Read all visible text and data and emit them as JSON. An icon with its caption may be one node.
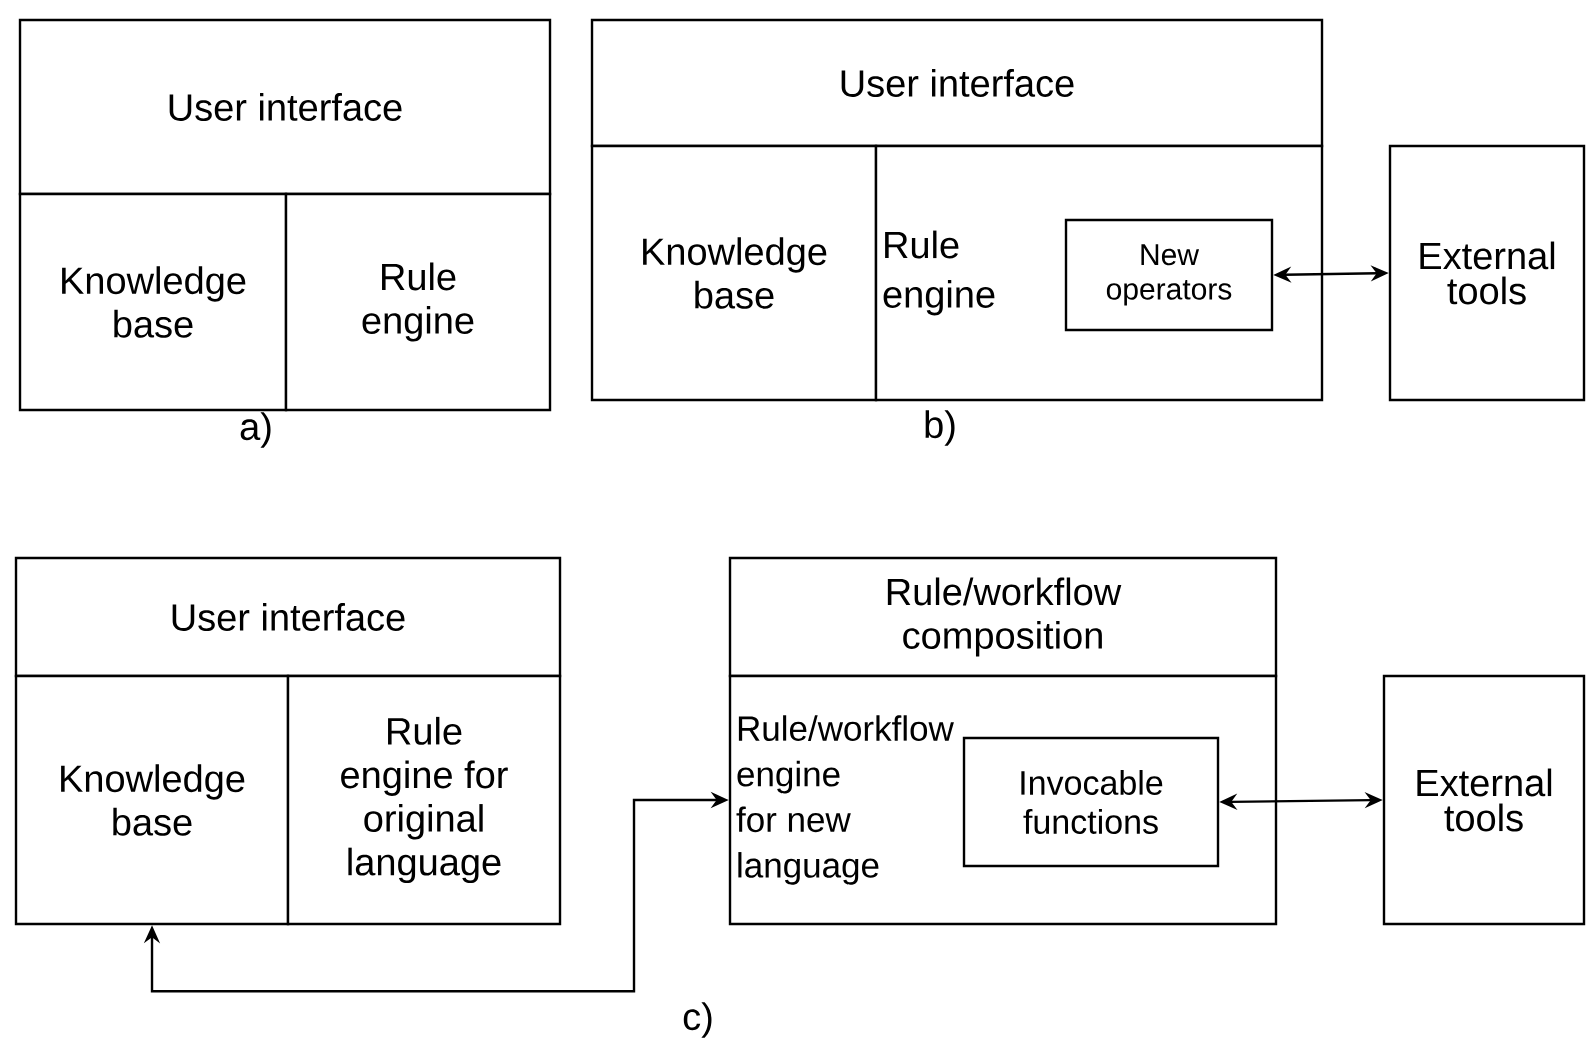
{
  "diagram": {
    "nodes": [
      {
        "text": [
          "User interface"
        ]
      },
      {
        "text": [
          "Knowledge base"
        ]
      },
      {
        "text": [
          "Rule engine"
        ]
      },
      {
        "text": [
          "User interface"
        ]
      },
      {
        "text": [
          "Knowledge base"
        ]
      },
      {
        "text": [
          "Rule engine"
        ]
      },
      {
        "text": [
          "New operators"
        ],
        "in": 5
      },
      {
        "text": [
          "External tools"
        ]
      },
      {
        "text": [
          "User interface"
        ]
      },
      {
        "text": [
          "Knowledge base"
        ]
      },
      {
        "text": [
          "Rule engine for original language"
        ]
      },
      {
        "text": [
          "Rule/workflow composition"
        ]
      },
      {
        "text": [
          "Rule/workflow engine for new language"
        ]
      },
      {
        "text": [
          "Invocable functions"
        ],
        "in": 12
      },
      {
        "text": [
          "External tools"
        ]
      }
    ],
    "edges": [
      {
        "from": 6,
        "to": 7,
        "arrow": "both"
      },
      {
        "from": 9,
        "to": 12,
        "arrow": "both"
      },
      {
        "from": 13,
        "to": 14,
        "arrow": "both"
      }
    ],
    "labels": [
      "a)",
      "b)",
      "c)"
    ]
  }
}
